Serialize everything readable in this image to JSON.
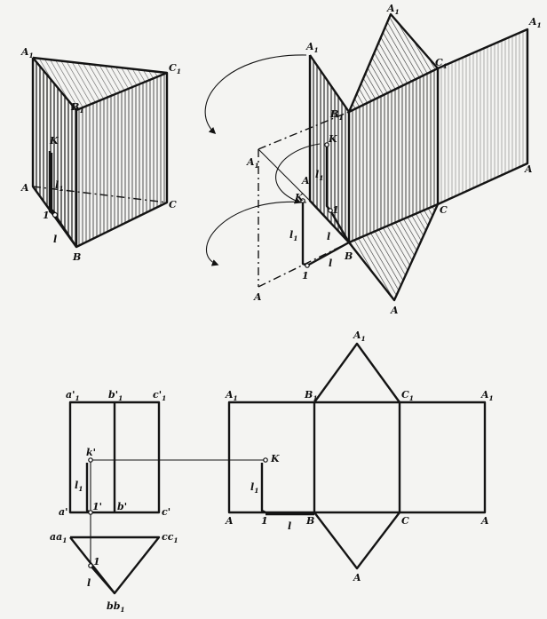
{
  "figure_a": {
    "labels": {
      "A1": "A",
      "B1": "B",
      "C1": "C",
      "A": "A",
      "B": "B",
      "C": "C",
      "K": "K",
      "l1": "l",
      "p1": "1",
      "l": "l"
    }
  },
  "figure_b": {
    "labels": {
      "A1_top": "A",
      "A1_left": "A",
      "B1": "B",
      "C1": "C",
      "A1_right": "A",
      "A_right": "A",
      "C": "C",
      "B": "B",
      "A_bottom": "A",
      "A_bottom2": "A",
      "K": "K",
      "l1": "l",
      "p1": "1",
      "l": "l",
      "A_mid": "A",
      "p1_low": "1"
    }
  },
  "figure_c": {
    "labels": {
      "a1p": "a'",
      "b1p": "b'",
      "c1p": "c'",
      "kp": "k'",
      "l1": "l",
      "ap": "a'",
      "p1p": "1'",
      "bp": "b'",
      "cp": "c'",
      "aa1": "aa",
      "cc1": "cc",
      "p1": "1",
      "l": "l",
      "bb1": "bb"
    }
  },
  "figure_d": {
    "labels": {
      "A1_top": "A",
      "A1_left": "A",
      "B1": "B",
      "C1": "C",
      "A1_right": "A",
      "K": "K",
      "l1": "l",
      "A_left": "A",
      "p1": "1",
      "l": "l",
      "B": "B",
      "C": "C",
      "A_right": "A",
      "A_bottom": "A"
    }
  },
  "subscript": "1"
}
